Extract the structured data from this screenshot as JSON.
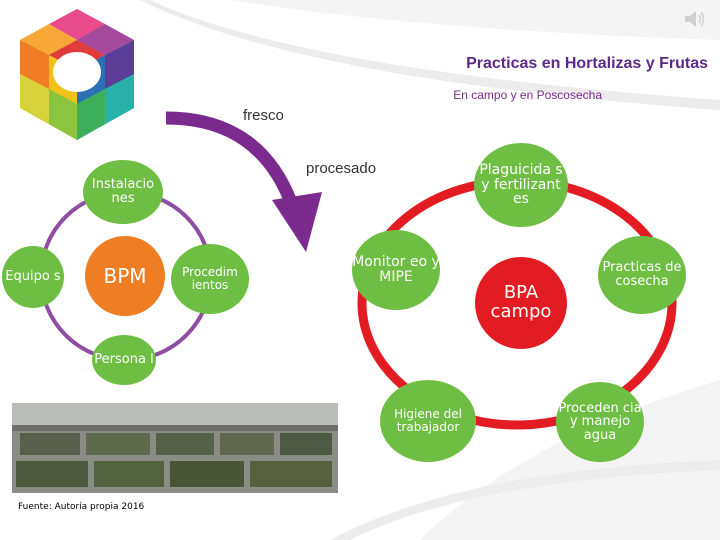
{
  "slide": {
    "title": "Practicas en Hortalizas y Frutas",
    "subtitle": "En campo y en Poscosecha",
    "label_fresco": "fresco",
    "label_procesado": "procesado",
    "caption": "Fuente: Autoría propia 2016"
  },
  "bpm_cycle": {
    "center": "BPM",
    "nodes": [
      "Instalacio nes",
      "Procedim ientos",
      "Persona l",
      "Equipo s"
    ],
    "color": "#ee7d23"
  },
  "bpa_cycle": {
    "center": "BPA campo",
    "nodes": [
      "Plaguicida s y fertilizant es",
      "Practicas de cosecha",
      "Proceden cia y manejo agua",
      "Higiene del trabajador",
      "Monitor eo y MIPE"
    ],
    "color": "#e31b23"
  },
  "colors": {
    "title": "#5b2a86",
    "arrow": "#7b2a8e",
    "node_green": "#6fbe44",
    "bpm_ring": "#8e4fa3",
    "bpa_ring": "#e31b23"
  },
  "icons": [
    "logo-cube-icon",
    "speaker-icon",
    "curved-arrow-icon"
  ]
}
